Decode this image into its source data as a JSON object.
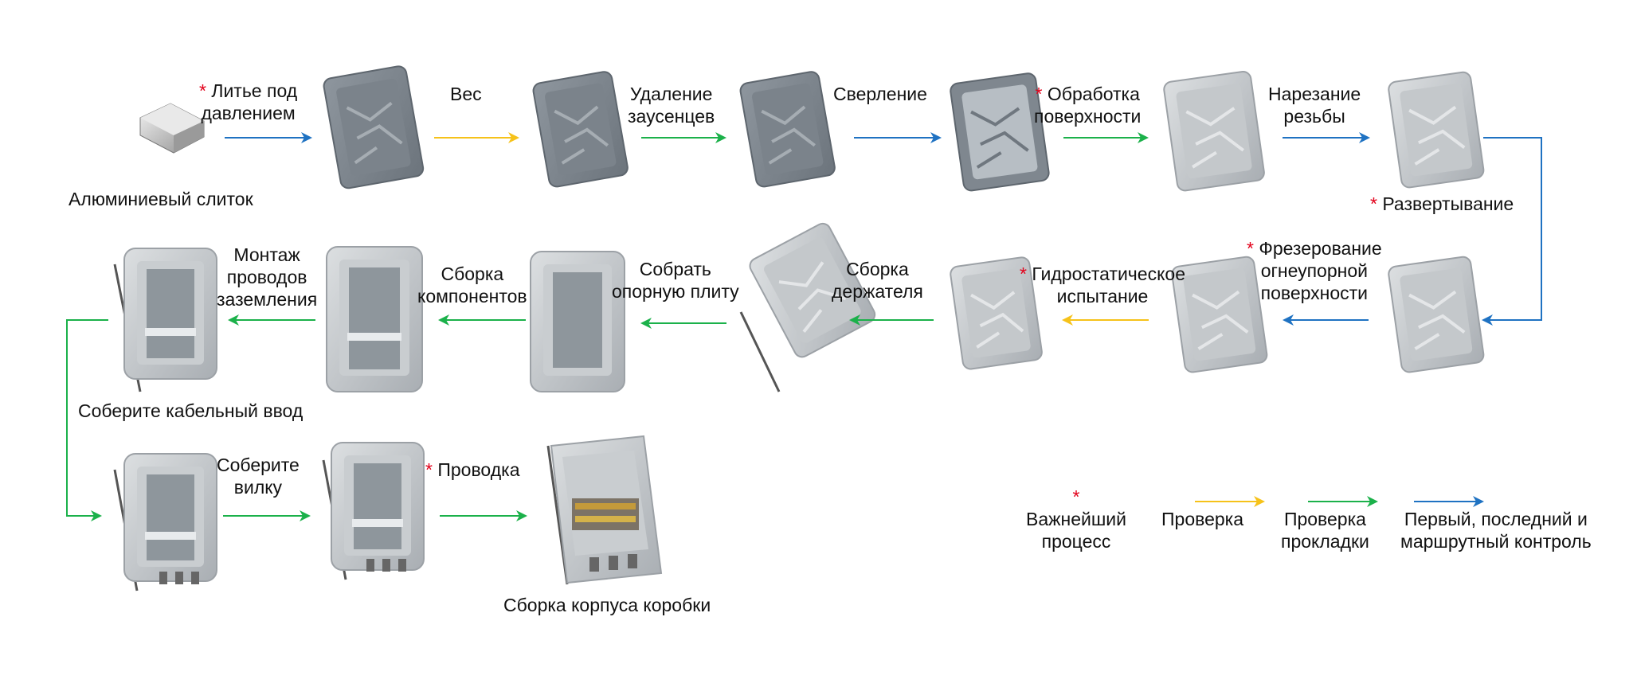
{
  "colors": {
    "key_process": "#e2001a",
    "inspection": "#f6c21a",
    "gasket_check": "#1bb14a",
    "route_control": "#1f72c2",
    "box_body": "#9aa2aa",
    "box_light": "#cfd3d6"
  },
  "steps": {
    "ingot": "Алюминиевый слиток",
    "die_casting": [
      "Литье под",
      "давлением"
    ],
    "weight": "Вес",
    "deburring": [
      "Удаление",
      "заусенцев"
    ],
    "drilling": "Сверление",
    "surface_treatment": [
      "Обработка",
      "поверхности"
    ],
    "threading": [
      "Нарезание",
      "резьбы"
    ],
    "reaming": "Развертывание",
    "fireproof_milling": [
      "Фрезерование",
      "огнеупорной",
      "поверхности"
    ],
    "hydrostatic": [
      "Гидростатическое",
      "испытание"
    ],
    "holder_assembly": [
      "Сборка",
      "держателя"
    ],
    "base_plate": [
      "Собрать",
      "опорную плиту"
    ],
    "components": [
      "Сборка",
      "компонентов"
    ],
    "grounding": [
      "Монтаж",
      "проводов",
      "заземления"
    ],
    "cable_entry": "Соберите кабельный ввод",
    "plug": [
      "Соберите",
      "вилку"
    ],
    "wiring": "Проводка",
    "box_assembly": "Сборка корпуса коробки"
  },
  "legend": {
    "key_process": [
      "Важнейший",
      "процесс"
    ],
    "inspection": "Проверка",
    "gasket_check": [
      "Проверка",
      "прокладки"
    ],
    "route_control": [
      "Первый, последний и",
      "маршрутный контроль"
    ]
  },
  "key_marker": "*"
}
